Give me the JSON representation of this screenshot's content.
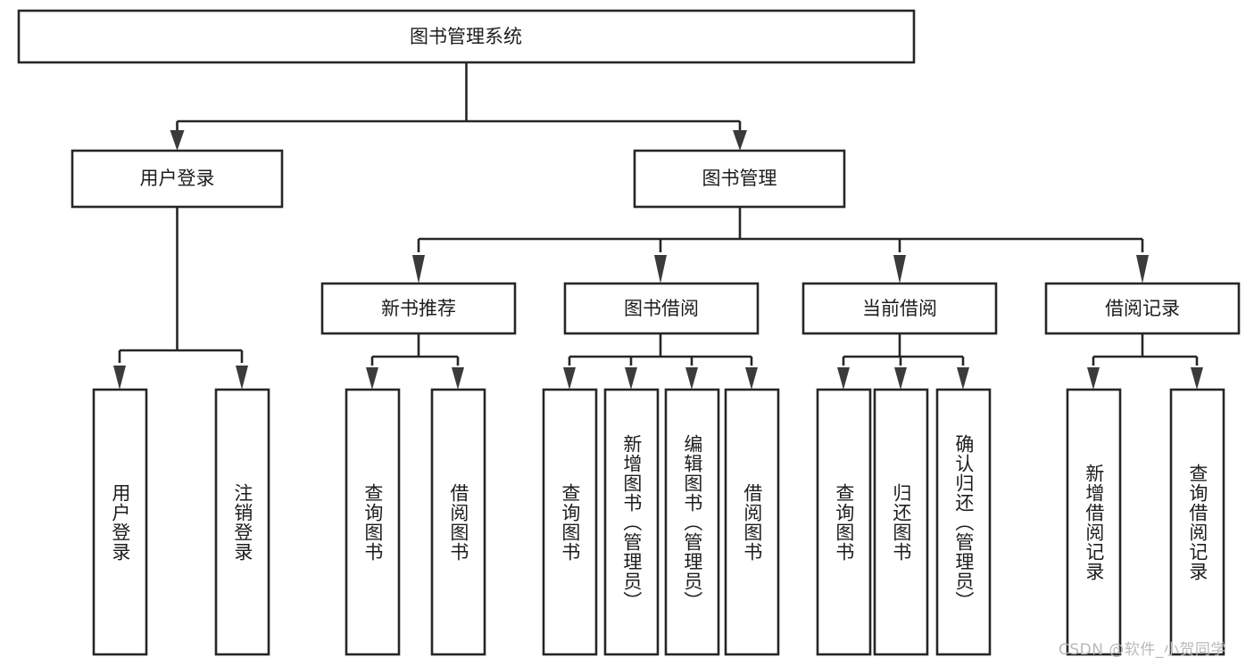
{
  "diagram": {
    "title_node": {
      "label": "图书管理系统"
    },
    "level2": [
      {
        "id": "user-login",
        "label": "用户登录"
      },
      {
        "id": "book-manage",
        "label": "图书管理"
      }
    ],
    "level3": [
      {
        "id": "new-book-recommend",
        "label": "新书推荐"
      },
      {
        "id": "book-borrow",
        "label": "图书借阅"
      },
      {
        "id": "current-borrow",
        "label": "当前借阅"
      },
      {
        "id": "borrow-record",
        "label": "借阅记录"
      }
    ],
    "leaves": [
      {
        "id": "leaf-user-login",
        "label": "用户登录"
      },
      {
        "id": "leaf-logout-login",
        "label": "注销登录"
      },
      {
        "id": "leaf-query-book-1",
        "label": "查询图书"
      },
      {
        "id": "leaf-borrow-book-1",
        "label": "借阅图书"
      },
      {
        "id": "leaf-query-book-2",
        "label": "查询图书"
      },
      {
        "id": "leaf-add-book-admin",
        "label": "新增图书（管理员）"
      },
      {
        "id": "leaf-edit-book-admin",
        "label": "编辑图书（管理员）"
      },
      {
        "id": "leaf-borrow-book-2",
        "label": "借阅图书"
      },
      {
        "id": "leaf-query-book-3",
        "label": "查询图书"
      },
      {
        "id": "leaf-return-book",
        "label": "归还图书"
      },
      {
        "id": "leaf-confirm-return-admin",
        "label": "确认归还（管理员）"
      },
      {
        "id": "leaf-add-borrow-record",
        "label": "新增借阅记录"
      },
      {
        "id": "leaf-query-borrow-record",
        "label": "查询借阅记录"
      }
    ],
    "watermark": "CSDN @软件_小贺同学",
    "colors": {
      "box_stroke": "#262626",
      "connector": "#262626",
      "text": "#1d1d1d",
      "background": "#ffffff",
      "watermark": "#b9b9b9"
    }
  }
}
